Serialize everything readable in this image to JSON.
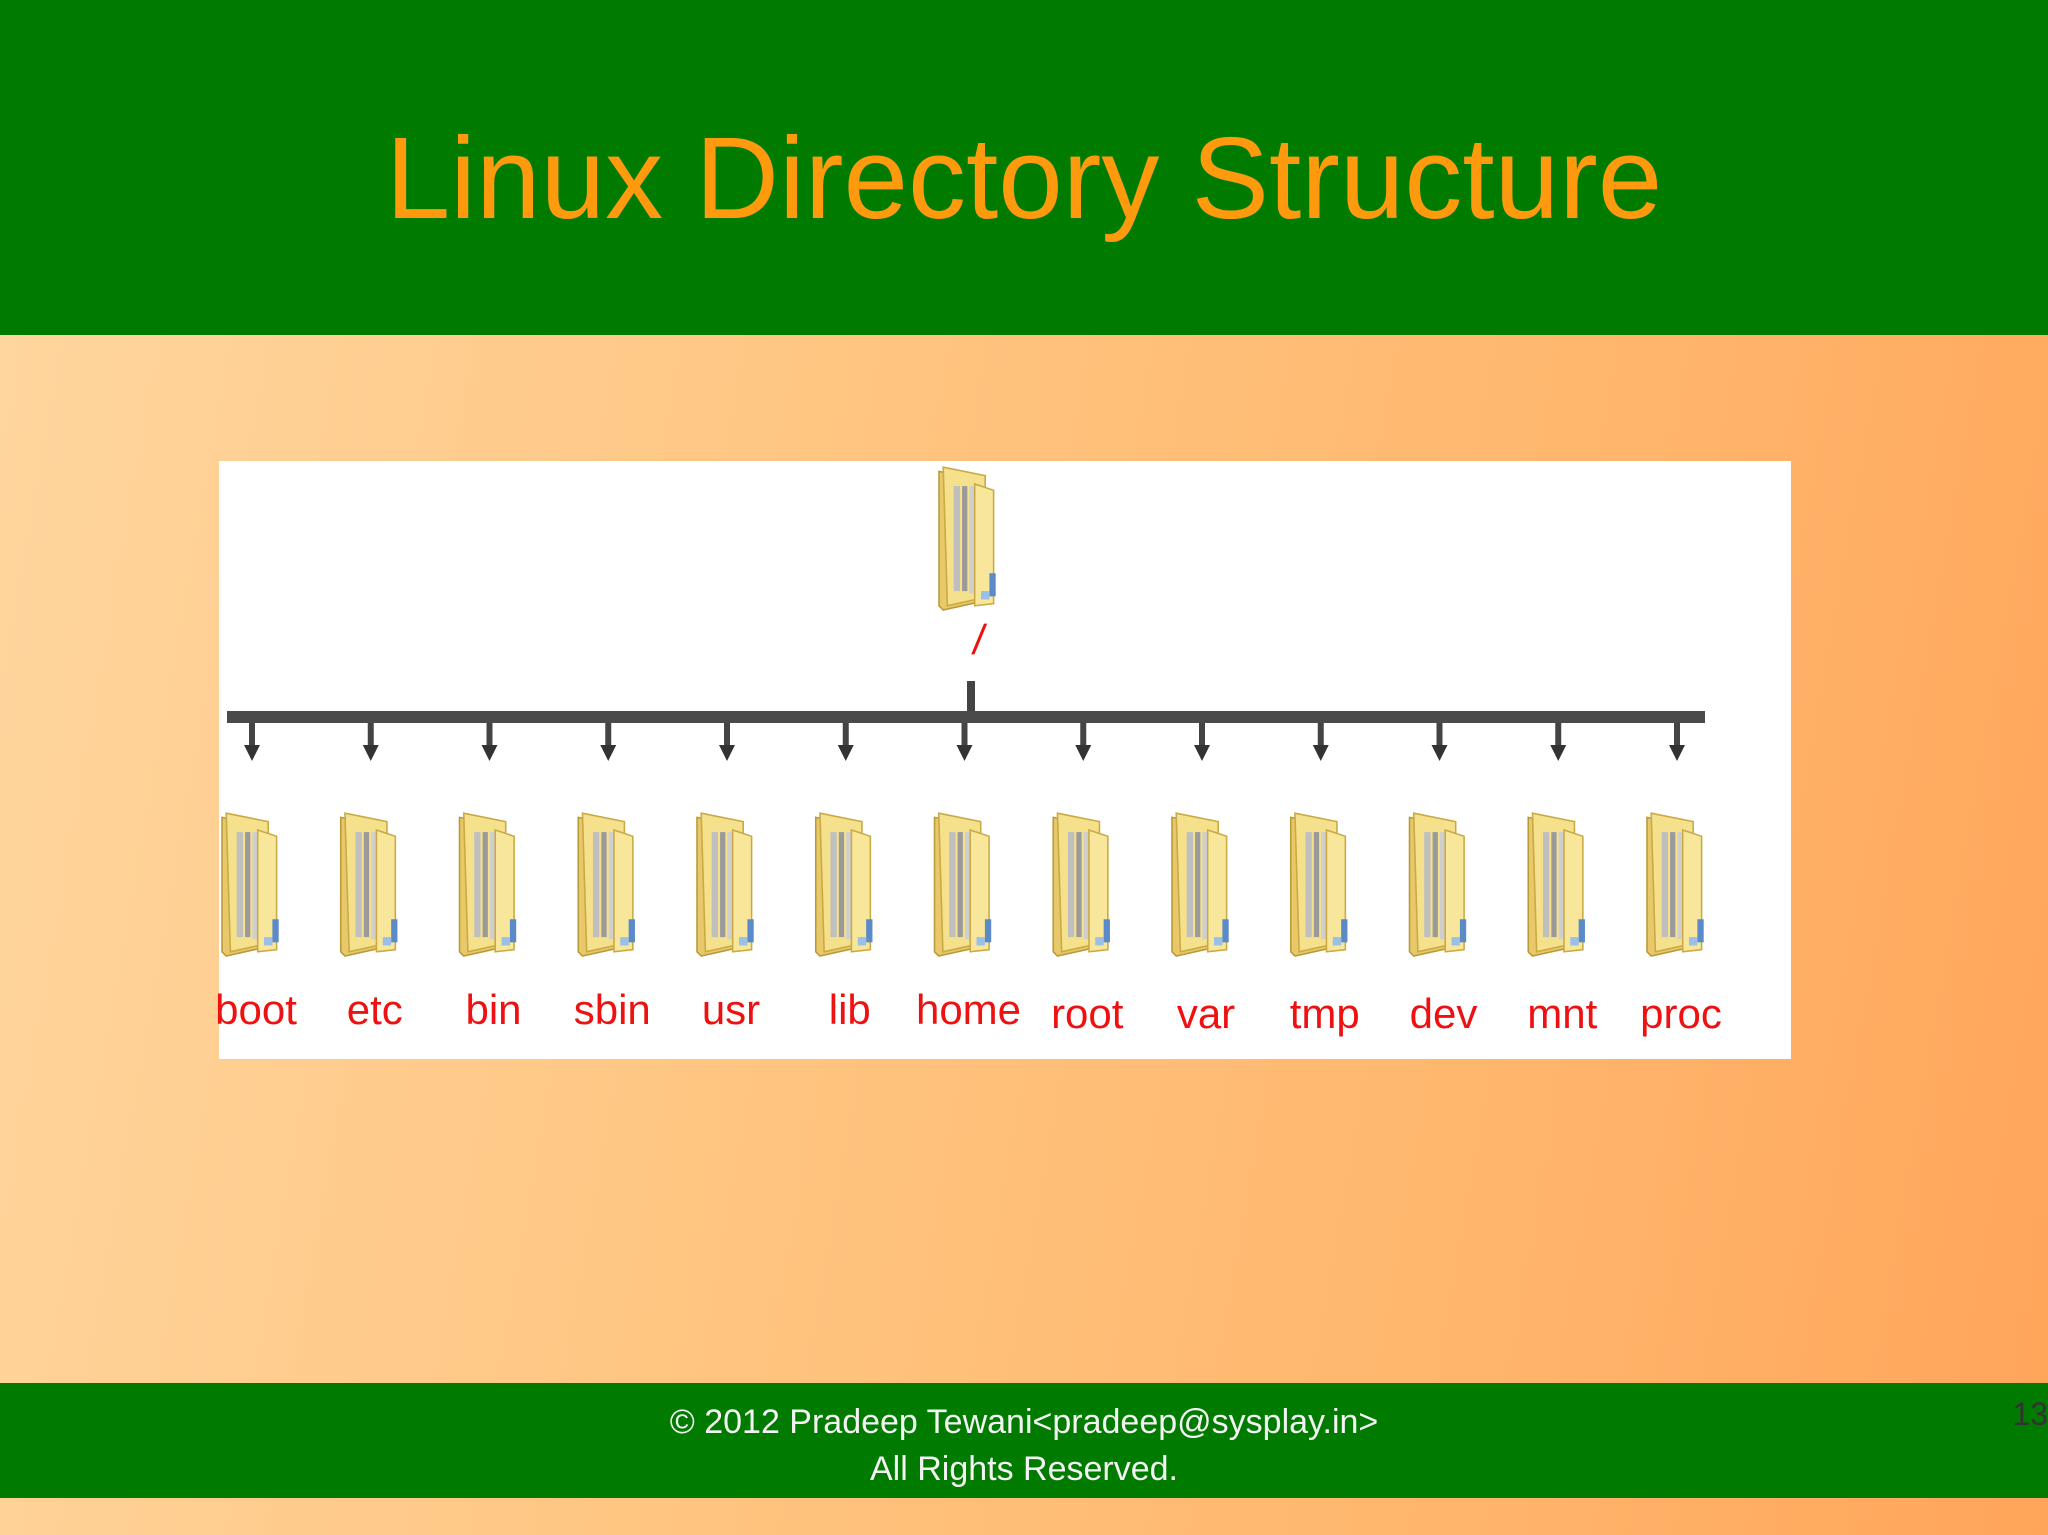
{
  "title": "Linux Directory Structure",
  "diagram": {
    "root": "/",
    "directories": [
      "boot",
      "etc",
      "bin",
      "sbin",
      "usr",
      "lib",
      "home",
      "root",
      "var",
      "tmp",
      "dev",
      "mnt",
      "proc"
    ]
  },
  "footer": {
    "copyright": "© 2012 Pradeep Tewani<pradeep@sysplay.in>",
    "rights": "All Rights Reserved."
  },
  "page_number": "13",
  "colors": {
    "header_bg": "#007b00",
    "title": "#ff9a0e",
    "label": "#ee1111",
    "folder": "#f5e08c"
  }
}
